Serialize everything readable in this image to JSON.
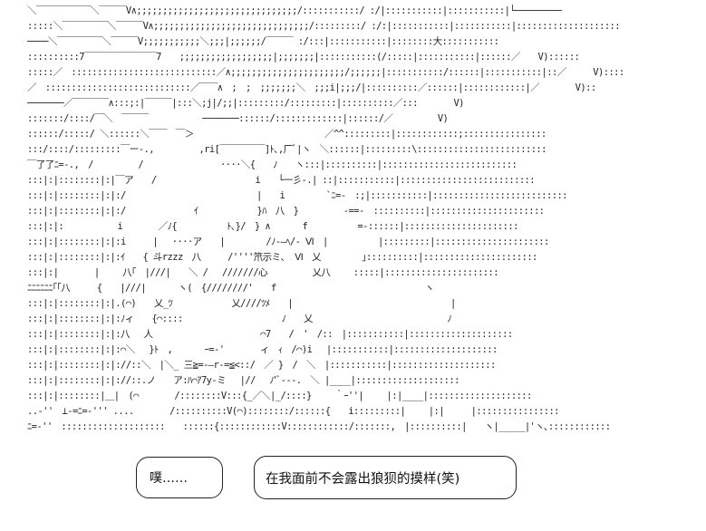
{
  "art_lines": [
    "＼￣￣￣￣￣￣＼￣￣￣V∧;;;;;;;;;;;;;;;;;;;;;;;;;;;;;;;/:::::::::::/ :/|:::::::::::|:::::::::::|└─────────",
    ":::::＼￣￣￣￣￣＼￣￣￣V∧;;;;;;;;;;;;;;;;;;;;;;;;;;;;;;/:::::::::/ :/:|:::::::::::|:::::::::::|::::::::::::::::::::",
    "────＼￣￣￣￣￣＼￣￣￣V;;;;;;;;;;;＼;;;|;;;;;;/￣￣￣ :/:::|:::::::::::|::::::::大:::::::::::",
    "::::::::::7￣￣￣￣￣￣￣￣7　　;;;;;;;;;;;;;;;;;;|;;;;;;;|:::::::::::(/:::::|:::::::::::|::::::／　　V)::::::",
    ":::::／　::::::::::::::::::::::::::::／∧;;;;;;;;;;;;;;;;;;;;;;/;;;;;;|:::::::::::/::::::|:::::::::::|::／　　　V)::::",
    "／　::::::::::::::::::::::::::::／￣￣∧　;　;　;;;;;;;＼　;;;i|;;;/|::::::::::／::::::|::::::::::::|／　　　　V)::",
    "───────／￣￣￣￣∧:::;:|￣￣￣|:::＼;j|/;;|:::::::::/:::::::::|::::::::::／:::　　　　V)",
    ":::::::/::::/￣＼　￣￣￣　　　　　　───────::::::/:::::::::::::|::::::/／　　　　　V)",
    "::::::/:::::/ ＼::::::＼￣￣　￣＞　　　　　　　　　　　　　　 ／^^:::::::::|::::::::::::;::::::::::::::::",
    ":::/::::/:::::::::￣ー-.,　　　　　,ri[￣￣￣￣￣]ﾄ､,厂ﾞ|ヽ　＼::::::|:::::::::\\:::::::::::::::::::::::::",
    "￣了了ﾆ=-.,　/　　　　　/　　　　　　　　 ····＼{　　ﾉ　　ヽ:::|::::::::::|::::::::::::::::::::::::::",
    ":::|:|::::::::|:|￣ア　　/　　　　　　　　　　　i　　└一彡-.| ::|:::::::::::|::::::::::::::::::::::::::",
    ":::|:|::::::::|:|:/　　　　　　　　　　　　　　 |　　i 　　　　`ﾆ=-　:;|:::::::::::|::::::::::::::::::::::::::",
    ":::|:|::::::::|:|:/　　　　　　　 ｲ　　　　　　 }ﾊ　八　}　　　　　-==-　::::::::::|::::::::::::::::::::::",
    ":::|:|:　　　　　　i　　　　／ﾉ{　　　　　 ﾄ､}/　} ∧　　　 f　　　　　 =-::::::|::::::::::::::::::::::",
    ":::|:|::::::::|:|:i　　　|　 ····ア　　|　　　　 /ﾉ-―ﾍ/- Ⅵ　|　　　　　 |:::::::::|::::::::::::::::::::::",
    ":::|:|::::::::|:|:ｲ　　{ 斗rzzz　八　　　/''''笊示ミ、 Ⅵ　乂　　　　 ｣::::::::::|::::::::::::::::::::::",
    ":::|:|　　　　|　　 八｢　|///|　　＼ /　 ///////心　　　　　乂八　　 :::::|::::::::::::::::::::::",
    "ﾆﾆﾆﾆﾆﾆ｢｢八　　　{　　|///|　　　 ヽ(　{////////'　　f　　　　　　　　　　　　　　　　 ヽ",
    ":::|:|::::::::|:|.(⌒)　　乂_ﾂ　　　　　　 乂////ﾂﾒ　　|　　　　　　　　　　　　　　　　　 |",
    ":::|:|::::::::|:|:ﾉィ　　{⌒::::　　　　　　　　　　　ﾉ　　乂　　　　　　　　　　　　　　　ﾉ",
    ":::|:|::::::::|:|:八　 人　　　　　　　　　　　　⌒7　　/　'　/::　|:::::::::::|::::::::::::::::::::",
    ":::|:|::::::::|:|:⌒＼　 }ﾄ　,　　　 ｰ=-'　　　　ィ　ｨ　/⌒)i　 |:::::::::::|::::::::::::::::::::",
    ":::|:|::::::::|:|://::＼　|＼_ 三≧=-―r-=≦<::/　／ }　/　＼　|:::::::::::|::::::::::::::::::::",
    ":::|:|::::::::|:|://::.ノ　　ア:ﾊ⌒ｱ7y-ミ　 |//　 ﾉ'ﾞ---.　＼ |____|::::::::::::::::::::",
    ":::|:|::::::::|＿|　(⌒　　　　/::::::::V:::{_／＼|_/::::}　　 ｀ｰ''|　　 |:|____|::::::::::::::::::::",
    "..-''　⊥-=ﾆ=-''' ....　　　　/::::::::::V(⌒)::::::::/::::::{　　i:::::::::|　　 |:|　　　|::::::::::::::::",
    "ﾆ=-''　::::::::::::::::::::　　::::::{::::::::::::V::::::::::::/:::::::,　|::::::::::|　　ヽ|_____|'ヽ､::::::::::::"
  ],
  "bubbles": {
    "small": "噗……",
    "large": "在我面前不会露出狼狈的摸样(笑)"
  }
}
